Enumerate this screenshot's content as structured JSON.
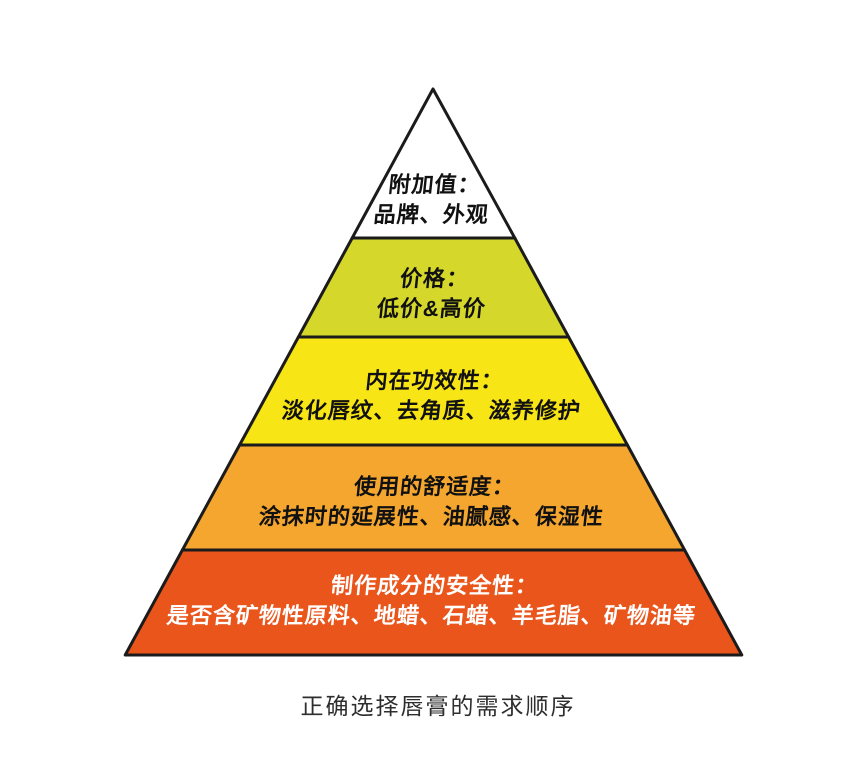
{
  "caption": "正确选择唇膏的需求顺序",
  "pyramid": {
    "outline_color": "#1b1b1b",
    "levels": [
      {
        "name": "added-value",
        "heading": "附加值：",
        "detail": "品牌、外观",
        "fill": "#ffffff",
        "text_color": "#111111"
      },
      {
        "name": "price",
        "heading": "价格：",
        "detail": "低价&高价",
        "fill": "#d5d82b",
        "text_color": "#111111"
      },
      {
        "name": "intrinsic-efficacy",
        "heading": "内在功效性：",
        "detail": "淡化唇纹、去角质、滋养修护",
        "fill": "#f7e515",
        "text_color": "#111111"
      },
      {
        "name": "comfort-of-use",
        "heading": "使用的舒适度：",
        "detail": "涂抹时的延展性、油腻感、保湿性",
        "fill": "#f4a62f",
        "text_color": "#111111"
      },
      {
        "name": "ingredient-safety",
        "heading": "制作成分的安全性：",
        "detail": "是否含矿物性原料、地蜡、石蜡、羊毛脂、矿物油等",
        "fill": "#e9551b",
        "text_color": "#ffffff"
      }
    ]
  }
}
